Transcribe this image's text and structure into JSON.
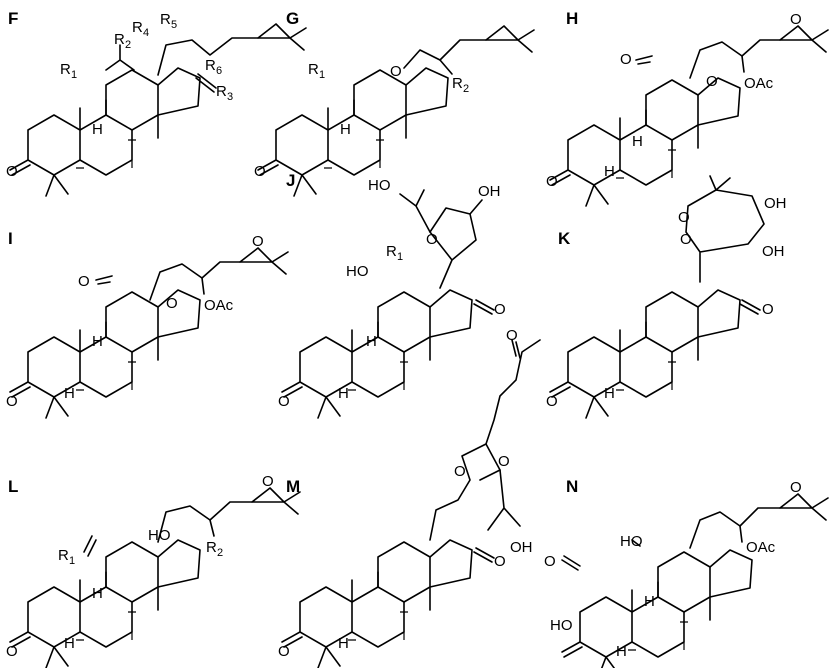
{
  "panels": [
    {
      "letter": "F",
      "labels": [
        "R",
        "1",
        "R",
        "2",
        "R",
        "4",
        "R",
        "5",
        "R",
        "6",
        "R",
        "3",
        "H",
        "O"
      ]
    },
    {
      "letter": "G",
      "labels": [
        "R",
        "1",
        "O",
        "R",
        "2",
        "H",
        "O"
      ]
    },
    {
      "letter": "H",
      "labels": [
        "O",
        "O",
        "OAc",
        "O",
        "H",
        "H",
        "O"
      ]
    },
    {
      "letter": "I",
      "labels": [
        "O",
        "O",
        "OAc",
        "O",
        "H",
        "H",
        "O"
      ]
    },
    {
      "letter": "J",
      "labels": [
        "HO",
        "OH",
        "O",
        "HO",
        "R",
        "1",
        "O",
        "H",
        "H",
        "O"
      ]
    },
    {
      "letter": "K",
      "labels": [
        "O",
        "O",
        "OH",
        "OH",
        "O",
        "H",
        "O"
      ]
    },
    {
      "letter": "L",
      "labels": [
        "R",
        "1",
        "HO",
        "R",
        "2",
        "O",
        "H",
        "H",
        "O"
      ]
    },
    {
      "letter": "M",
      "labels": [
        "O",
        "O",
        "O",
        "OH",
        "O",
        "H",
        "O"
      ]
    },
    {
      "letter": "N",
      "labels": [
        "HO",
        "OAc",
        "O",
        "O",
        "H",
        "HO",
        "H"
      ]
    }
  ]
}
